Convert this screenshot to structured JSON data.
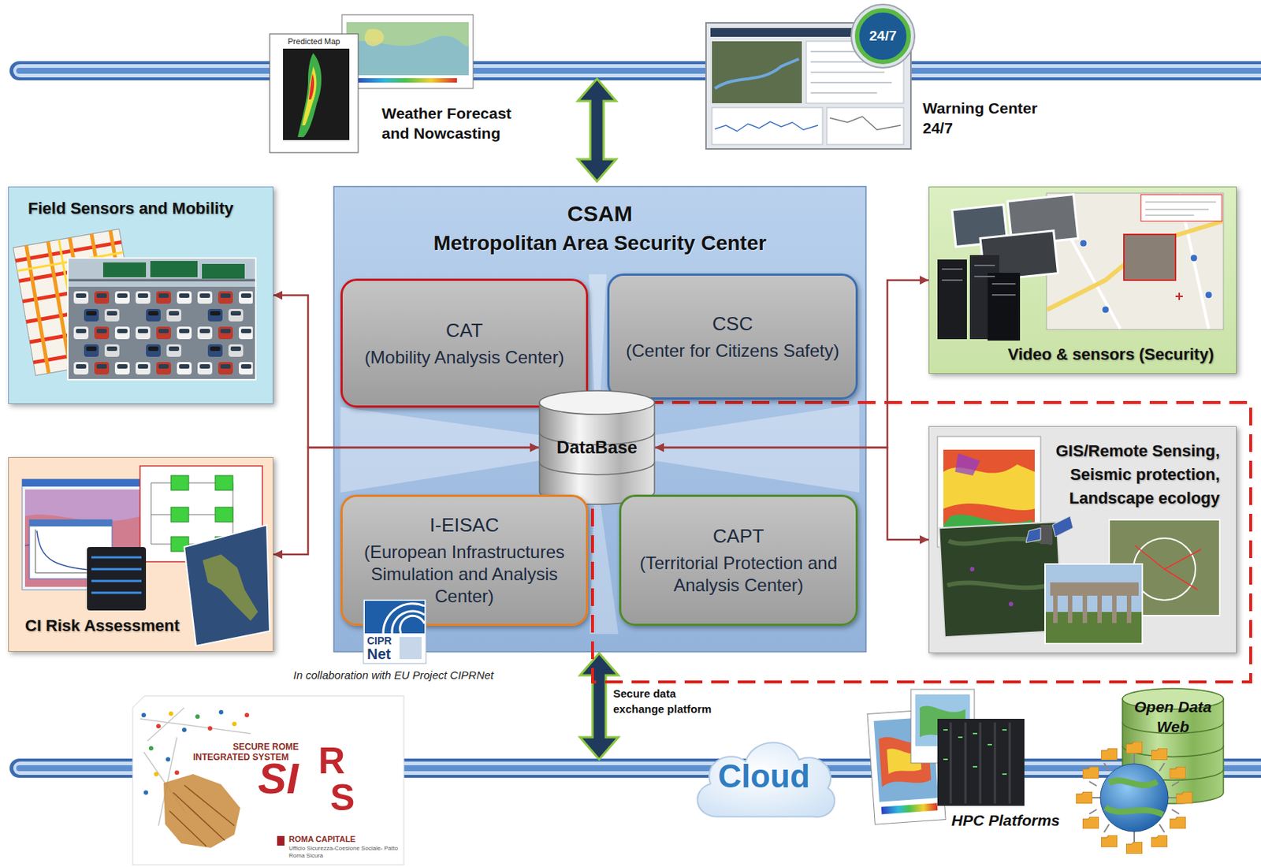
{
  "diagram": {
    "nodes": [
      {
        "text": [
          "CSAM",
          "Metropolitan Area Security Center"
        ]
      },
      {
        "text": [
          "CAT",
          "(Mobility Analysis Center)"
        ],
        "in": 0
      },
      {
        "text": [
          "CSC",
          "(Center for Citizens Safety)"
        ],
        "in": 0
      },
      {
        "text": [
          "DataBase"
        ],
        "in": 0
      },
      {
        "text": [
          "I-EISAC",
          "(European Infrastructures Simulation and Analysis Center)"
        ],
        "in": 0
      },
      {
        "text": [
          "CAPT",
          "(Territorial Protection and Analysis Center)"
        ],
        "in": 0
      },
      {
        "text": [
          "Field Sensors and Mobility"
        ]
      },
      {
        "text": [
          "CI Risk Assessment"
        ]
      },
      {
        "text": [
          "Video & sensors (Security)"
        ]
      },
      {
        "text": [
          "GIS/Remote Sensing, Seismic protection, Landscape ecology"
        ]
      },
      {
        "text": [
          "Cloud"
        ]
      },
      {
        "text": [
          "Open Data Web"
        ]
      }
    ],
    "edges": [
      {
        "from": 3,
        "to": 6,
        "arrow": "both"
      },
      {
        "from": 3,
        "to": 7,
        "arrow": "both"
      },
      {
        "from": 3,
        "to": 8,
        "arrow": "both"
      },
      {
        "from": 3,
        "to": 9,
        "arrow": "both"
      }
    ],
    "labels": [
      "Weather Forecast and Nowcasting",
      "Predicted Map",
      "Warning Center 24/7",
      "24/7",
      "In collaboration with EU Project CIPRNet",
      "CIPR",
      "Net",
      "Secure data exchange platform",
      "SECURE ROME",
      "INTEGRATED SYSTEM",
      "SI",
      "R",
      "S",
      "ROMA CAPITALE",
      "Ufficio Sicurezza-Coesione Sociale- Patto Roma Sicura",
      "HPC Platforms"
    ]
  }
}
